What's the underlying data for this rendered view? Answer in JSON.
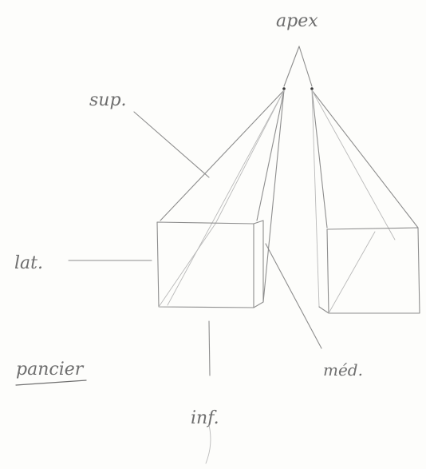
{
  "labels": {
    "apex": "apex",
    "sup": "sup.",
    "lat": "lat.",
    "inf": "inf.",
    "med": "méd.",
    "title": "pancier"
  }
}
